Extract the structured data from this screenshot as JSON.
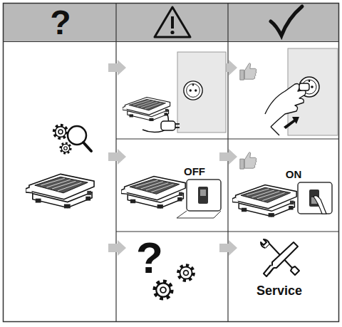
{
  "diagram": {
    "labels": [
      "?",
      "OFF",
      "ON",
      "?",
      "Service"
    ]
  }
}
